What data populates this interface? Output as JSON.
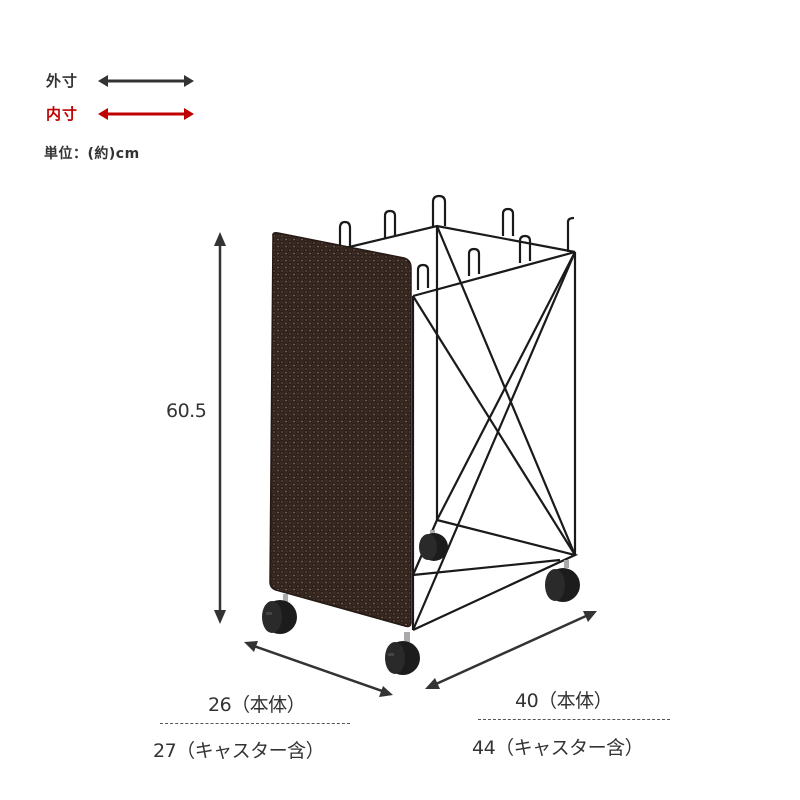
{
  "legend": {
    "outer_label": "外寸",
    "inner_label": "内寸",
    "outer_color": "#333333",
    "inner_color": "#c00000",
    "unit_note": "単位：(約)cm"
  },
  "dimensions": {
    "height": {
      "value": "60.5"
    },
    "depth": {
      "body": "26（本体）",
      "with_casters": "27（キャスター含）"
    },
    "width": {
      "body": "40（本体）",
      "with_casters": "44（キャスター含）"
    }
  },
  "product": {
    "panel_color": "#2e211b",
    "frame_color": "#1a1a1a",
    "caster_color": "#1c1c1c"
  }
}
